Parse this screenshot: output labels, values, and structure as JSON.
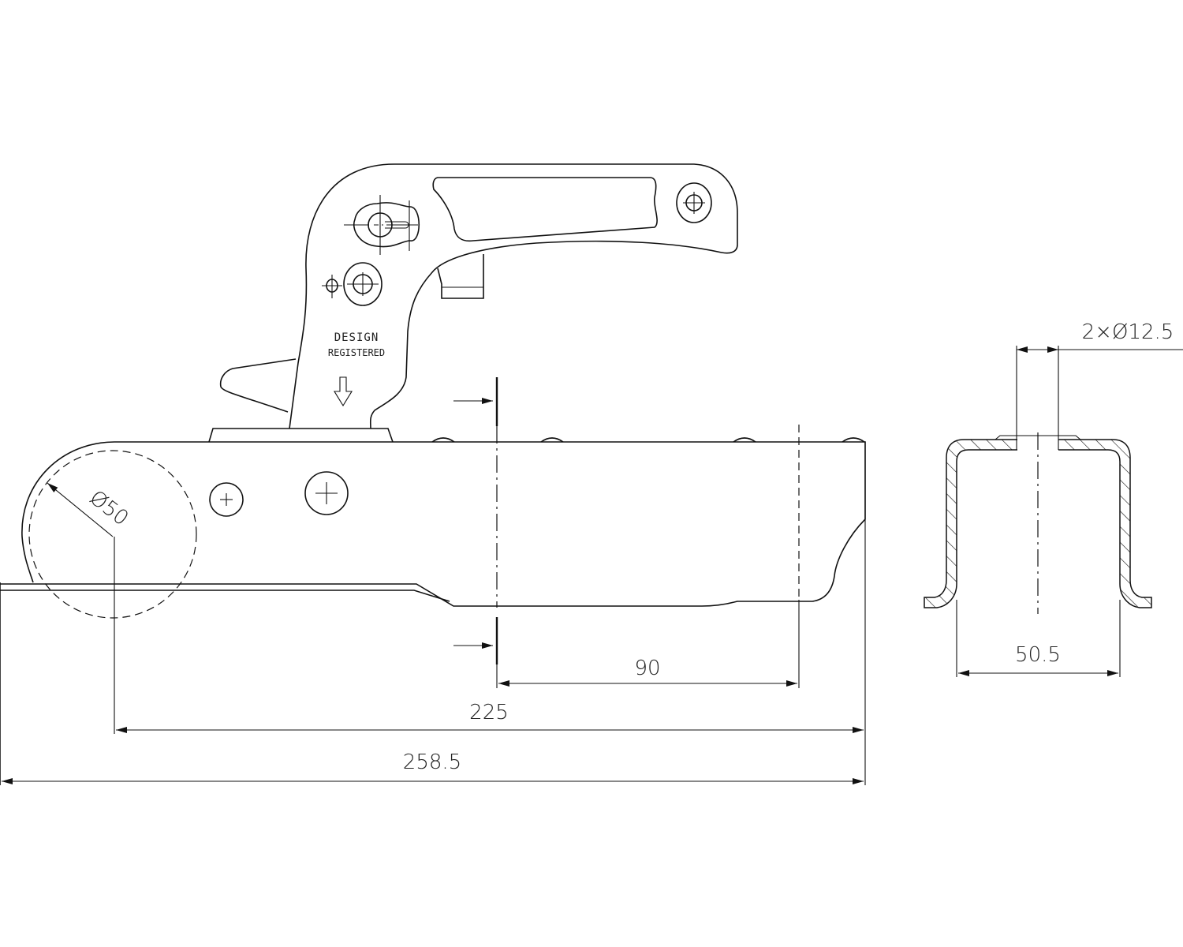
{
  "drawing": {
    "title_marking": {
      "line1": "DESIGN",
      "line2": "REGISTERED"
    },
    "dimensions": {
      "ball_diameter": "Ø50",
      "section_length": "90",
      "ball_to_end": "225",
      "overall_length": "258.5",
      "hole_spec": "2×Ø12.5",
      "inner_width": "50.5"
    },
    "colors": {
      "line": "#111111",
      "background": "#ffffff"
    }
  }
}
